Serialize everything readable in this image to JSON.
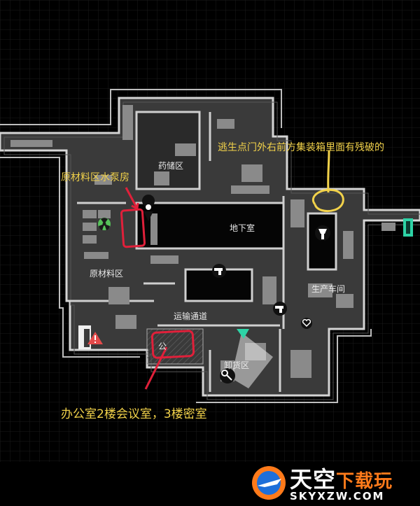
{
  "map": {
    "rooms": {
      "medicine_storage": "药储区",
      "basement": "地下室",
      "raw_material_area": "原材料区",
      "production_workshop": "生产车间",
      "transport_corridor": "运输通道",
      "unloading_area": "卸货区",
      "office_fragment": "公"
    }
  },
  "annotations": {
    "pump_room": "原材料区水泵房",
    "escape_point": "逃生点门外右前方集装箱里面有残破的",
    "office": "办公室2楼会议室，3楼密室"
  },
  "watermark": {
    "name_main": "天空",
    "name_accent": "下载玩",
    "url": "SKYXZW.COM"
  },
  "colors": {
    "background": "#000000",
    "floor": "#3a3a3a",
    "wall": "#d4d4d4",
    "annotation_yellow": "#f2d24a",
    "marker_red": "#e0203a",
    "exit_teal": "#2ed3a6",
    "hazard_red": "#e34a4a",
    "radiation_green": "#56c25a"
  },
  "icons": [
    "exit-door-icon",
    "hazard-warning-icon",
    "radiation-icon",
    "pin-icon",
    "key-icon",
    "heart-icon",
    "flashlight-icon",
    "pistol-icon"
  ]
}
